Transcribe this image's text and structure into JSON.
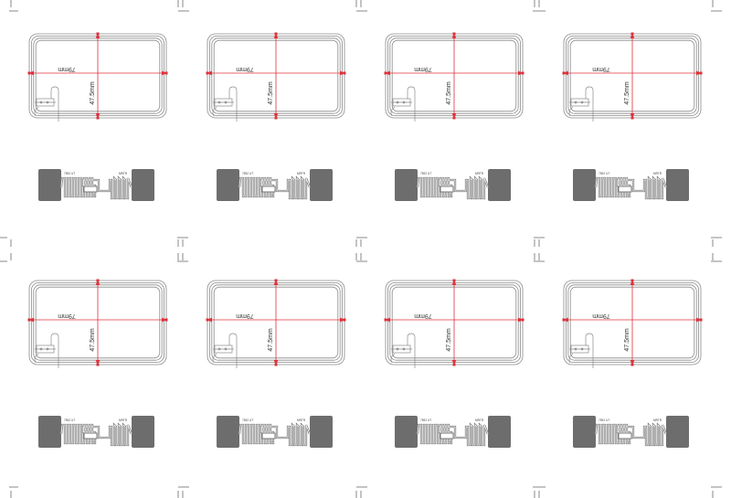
{
  "sheet": {
    "cells": [
      {
        "width_label": "79mm",
        "height_label": "47.5mm",
        "chip_left_label": "7592 UT",
        "chip_right_label": "MRTR",
        "chip_center_label": "△"
      },
      {
        "width_label": "79mm",
        "height_label": "47.5mm",
        "chip_left_label": "7592 UT",
        "chip_right_label": "MRTR",
        "chip_center_label": "△"
      },
      {
        "width_label": "79mm",
        "height_label": "47.5mm",
        "chip_left_label": "7592 UT",
        "chip_right_label": "MRTR",
        "chip_center_label": "△"
      },
      {
        "width_label": "79mm",
        "height_label": "47.5mm",
        "chip_left_label": "7592 UT",
        "chip_right_label": "MRTR",
        "chip_center_label": "△"
      },
      {
        "width_label": "79mm",
        "height_label": "47.5mm",
        "chip_left_label": "7592 UT",
        "chip_right_label": "MRTR",
        "chip_center_label": "△"
      },
      {
        "width_label": "79mm",
        "height_label": "47.5mm",
        "chip_left_label": "7592 UT",
        "chip_right_label": "MRTR",
        "chip_center_label": "△"
      },
      {
        "width_label": "79mm",
        "height_label": "47.5mm",
        "chip_left_label": "7592 UT",
        "chip_right_label": "MRTR",
        "chip_center_label": "△"
      },
      {
        "width_label": "79mm",
        "height_label": "47.5mm",
        "chip_left_label": "7592 UT",
        "chip_right_label": "MRTR",
        "chip_center_label": "△"
      }
    ],
    "colors": {
      "coil": "#8a8a8a",
      "dimension_line": "#e0303a",
      "pad_fill": "#6d6d6d",
      "crop_mark": "#555555"
    }
  }
}
